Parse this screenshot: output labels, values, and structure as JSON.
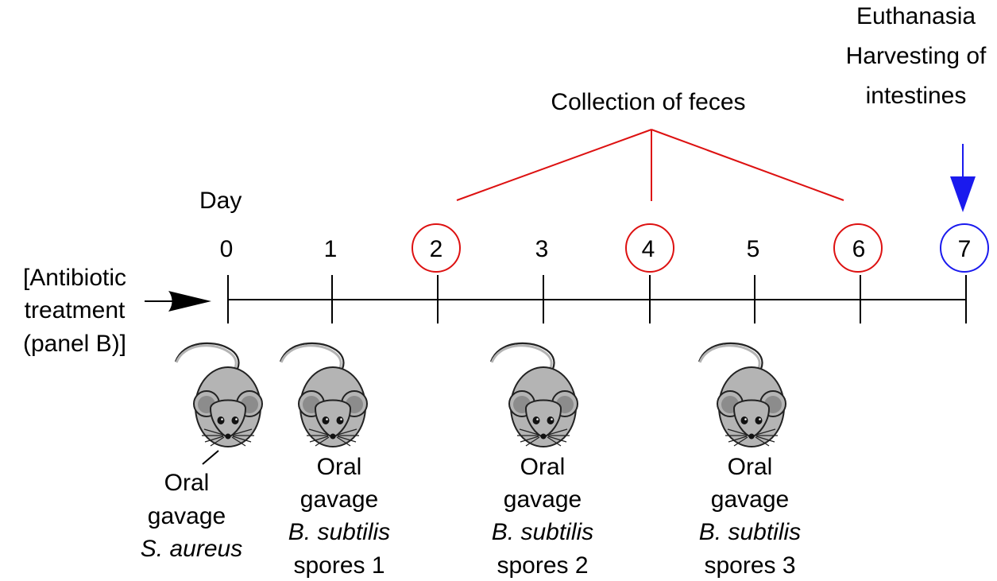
{
  "colors": {
    "axis": "#000000",
    "collection": "#dd1111",
    "harvest": "#1a1aee",
    "mouse_body": "#b4b4b4",
    "mouse_ear_inner": "#8c8c8c",
    "mouse_outline": "#222222"
  },
  "icons": [
    "mouse-icon",
    "arrow-right-icon",
    "arrow-down-icon"
  ],
  "day_header": "Day",
  "days": [
    "0",
    "1",
    "2",
    "3",
    "4",
    "5",
    "6",
    "7"
  ],
  "highlighted_days": {
    "collection": [
      "2",
      "4",
      "6"
    ],
    "harvest": [
      "7"
    ]
  },
  "antibiotic_label": [
    "[Antibiotic",
    "treatment",
    "(panel B)]"
  ],
  "collection_label": "Collection of feces",
  "harvest_label": [
    "Euthanasia",
    "Harvesting of",
    "intestines"
  ],
  "gavage_labels": [
    {
      "day": "0",
      "lines": [
        "Oral",
        "gavage"
      ],
      "organism": "S. aureus",
      "suffix": ""
    },
    {
      "day": "1",
      "lines": [
        "Oral",
        "gavage"
      ],
      "organism": "B. subtilis",
      "suffix": "spores 1"
    },
    {
      "day": "3",
      "lines": [
        "Oral",
        "gavage"
      ],
      "organism": "B. subtilis",
      "suffix": "spores 2"
    },
    {
      "day": "5",
      "lines": [
        "Oral",
        "gavage"
      ],
      "organism": "B. subtilis",
      "suffix": "spores 3"
    }
  ]
}
